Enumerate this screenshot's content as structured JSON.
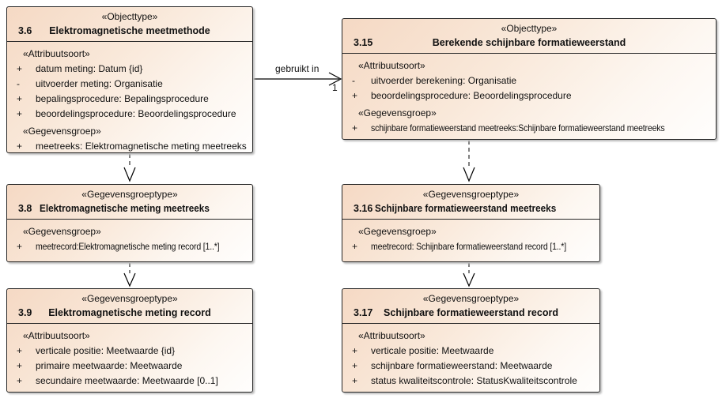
{
  "colors": {
    "box_fill_start": "#f5d9c4",
    "box_fill_end": "#fffefd",
    "box_border": "#262626",
    "box_shadow": "#bdbdbd",
    "connector_line": "#000000",
    "canvas_background": "#ffffff"
  },
  "connector": {
    "label": "gebruikt in",
    "multiplicity": "1"
  },
  "boxes": [
    {
      "stereotype": "«Objecttype»",
      "number": "3.6",
      "title": "Elektromagnetische meetmethode",
      "attr_header": "«Attribuutsoort»",
      "attrs": [
        {
          "prefix": "+",
          "text": "datum meting: Datum {id}"
        },
        {
          "prefix": "-",
          "text": "uitvoerder meting: Organisatie"
        },
        {
          "prefix": "+",
          "text": "bepalingsprocedure: Bepalingsprocedure"
        },
        {
          "prefix": "+",
          "text": "beoordelingsprocedure: Beoordelingsprocedure"
        }
      ],
      "group_header": "«Gegevensgroep»",
      "groups": [
        {
          "prefix": "+",
          "text": "meetreeks: Elektromagnetische meting meetreeks"
        }
      ]
    },
    {
      "stereotype": "«Objecttype»",
      "number": "3.15",
      "title": "Berekende schijnbare formatieweerstand",
      "attr_header": "«Attribuutsoort»",
      "attrs": [
        {
          "prefix": "-",
          "text": "uitvoerder berekening: Organisatie"
        },
        {
          "prefix": "+",
          "text": "beoordelingsprocedure: Beoordelingsprocedure"
        }
      ],
      "group_header": "«Gegevensgroep»",
      "groups": [
        {
          "prefix": "+",
          "text": "schijnbare formatieweerstand meetreeks:Schijnbare formatieweerstand meetreeks"
        }
      ]
    },
    {
      "stereotype": "«Gegevensgroeptype»",
      "number": "3.8",
      "title": "Elektromagnetische meting meetreeks",
      "group_header": "«Gegevensgroep»",
      "groups": [
        {
          "prefix": "+",
          "text": "meetrecord:Elektromagnetische meting record [1..*]"
        }
      ]
    },
    {
      "stereotype": "«Gegevensgroeptype»",
      "number": "3.16",
      "title": "Schijnbare formatieweerstand meetreeks",
      "group_header": "«Gegevensgroep»",
      "groups": [
        {
          "prefix": "+",
          "text": "meetrecord: Schijnbare formatieweerstand record [1..*]"
        }
      ]
    },
    {
      "stereotype": "«Gegevensgroeptype»",
      "number": "3.9",
      "title": "Elektromagnetische meting record",
      "attr_header": "«Attribuutsoort»",
      "attrs": [
        {
          "prefix": "+",
          "text": "verticale positie: Meetwaarde {id}"
        },
        {
          "prefix": "+",
          "text": "primaire meetwaarde: Meetwaarde"
        },
        {
          "prefix": "+",
          "text": "secundaire meetwaarde: Meetwaarde [0..1]"
        }
      ]
    },
    {
      "stereotype": "«Gegevensgroeptype»",
      "number": "3.17",
      "title": "Schijnbare formatieweerstand record",
      "attr_header": "«Attribuutsoort»",
      "attrs": [
        {
          "prefix": "+",
          "text": "verticale positie: Meetwaarde"
        },
        {
          "prefix": "+",
          "text": "schijnbare formatieweerstand: Meetwaarde"
        },
        {
          "prefix": "+",
          "text": "status kwaliteitscontrole: StatusKwaliteitscontrole"
        }
      ]
    }
  ]
}
